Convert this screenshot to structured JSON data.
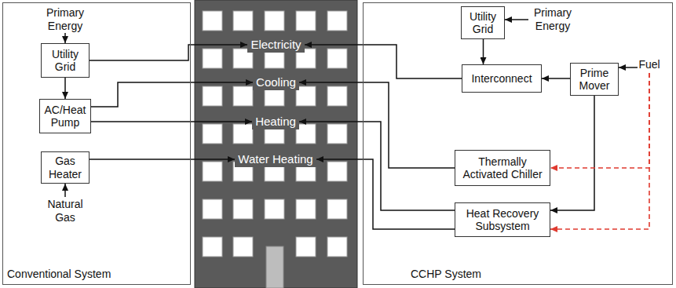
{
  "diagram": {
    "nodes": [
      {
        "text": [
          "Conventional System"
        ]
      },
      {
        "text": [
          "Primary Energy"
        ],
        "in": 0
      },
      {
        "text": [
          "Utility Grid"
        ],
        "in": 0
      },
      {
        "text": [
          "AC/Heat Pump"
        ],
        "in": 0
      },
      {
        "text": [
          "Gas Heater"
        ],
        "in": 0
      },
      {
        "text": [
          "Natural Gas"
        ],
        "in": 0
      },
      {
        "text": [
          "Electricity"
        ]
      },
      {
        "text": [
          "Cooling"
        ]
      },
      {
        "text": [
          "Heating"
        ]
      },
      {
        "text": [
          "Water Heating"
        ]
      },
      {
        "text": [
          "CCHP System"
        ]
      },
      {
        "text": [
          "Utility Grid"
        ],
        "in": 10
      },
      {
        "text": [
          "Primary Energy"
        ],
        "in": 10
      },
      {
        "text": [
          "Interconnect"
        ],
        "in": 10
      },
      {
        "text": [
          "Prime Mover"
        ],
        "in": 10
      },
      {
        "text": [
          "Fuel"
        ],
        "in": 10
      },
      {
        "text": [
          "Thermally Activated Chiller"
        ],
        "in": 10
      },
      {
        "text": [
          "Heat Recovery Subsystem"
        ],
        "in": 10
      }
    ],
    "edges": [
      {
        "from": 1,
        "to": 2,
        "arrow": "to"
      },
      {
        "from": 2,
        "to": 3,
        "arrow": "to"
      },
      {
        "from": 2,
        "to": 6,
        "arrow": "to"
      },
      {
        "from": 3,
        "to": 7,
        "arrow": "to"
      },
      {
        "from": 3,
        "to": 8,
        "arrow": "to"
      },
      {
        "from": 4,
        "to": 9,
        "arrow": "to"
      },
      {
        "from": 5,
        "to": 4,
        "arrow": "to"
      },
      {
        "from": 12,
        "to": 11,
        "arrow": "to"
      },
      {
        "from": 11,
        "to": 13,
        "arrow": "to"
      },
      {
        "from": 15,
        "to": 14,
        "arrow": "to"
      },
      {
        "from": 14,
        "to": 13,
        "arrow": "to"
      },
      {
        "from": 13,
        "to": 6,
        "arrow": "to"
      },
      {
        "from": 16,
        "to": 7,
        "arrow": "to"
      },
      {
        "from": 17,
        "to": 8,
        "arrow": "to"
      },
      {
        "from": 17,
        "to": 9,
        "arrow": "to"
      },
      {
        "from": 14,
        "to": 17,
        "arrow": "to"
      },
      {
        "from": 15,
        "to": 16,
        "arrow": "to"
      },
      {
        "from": 15,
        "to": 17,
        "arrow": "to"
      }
    ]
  }
}
